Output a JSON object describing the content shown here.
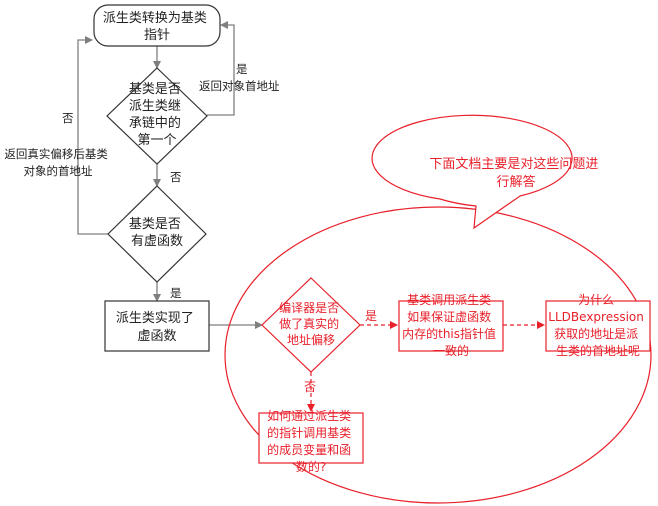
{
  "colors": {
    "gray": "#7f7f7f",
    "red": "#e8202a",
    "text": "#222222",
    "bg": "#ffffff"
  },
  "nodes": {
    "start": {
      "lines": [
        "派生类转换为基类",
        "指针"
      ]
    },
    "decision1": {
      "lines": [
        "基类是否",
        "派生类继",
        "承链中的",
        "第一个"
      ]
    },
    "decision2": {
      "lines": [
        "基类是否",
        "有虚函数"
      ]
    },
    "implemented": {
      "lines": [
        "派生类实现了",
        "虚函数"
      ]
    },
    "decision3": {
      "lines": [
        "编译器是否",
        "做了真实的",
        "地址偏移"
      ]
    },
    "sameValue": {
      "lines": [
        "基类调用派生类",
        "如果保证虚函数",
        "内存的this指针值",
        "一致的"
      ]
    },
    "why": {
      "lines": [
        "为什么",
        "LLDBexpression",
        "获取的地址是派",
        "生类的首地址呢"
      ]
    },
    "access": {
      "lines": [
        "如何通过派生类",
        "的指针调用基类",
        "的成员变量和函",
        "数的?"
      ]
    }
  },
  "labels": {
    "yes1": "是",
    "returnFirst": "返回对象首地址",
    "no1": "否",
    "returnOffset": [
      "返回真实偏移后基类",
      "对象的首地址"
    ],
    "no2": "否",
    "yes2": "是",
    "yes3": "是",
    "no3": "否"
  },
  "callout": {
    "lines": [
      "下面文档主要是对这些问题进",
      "行解答"
    ]
  }
}
